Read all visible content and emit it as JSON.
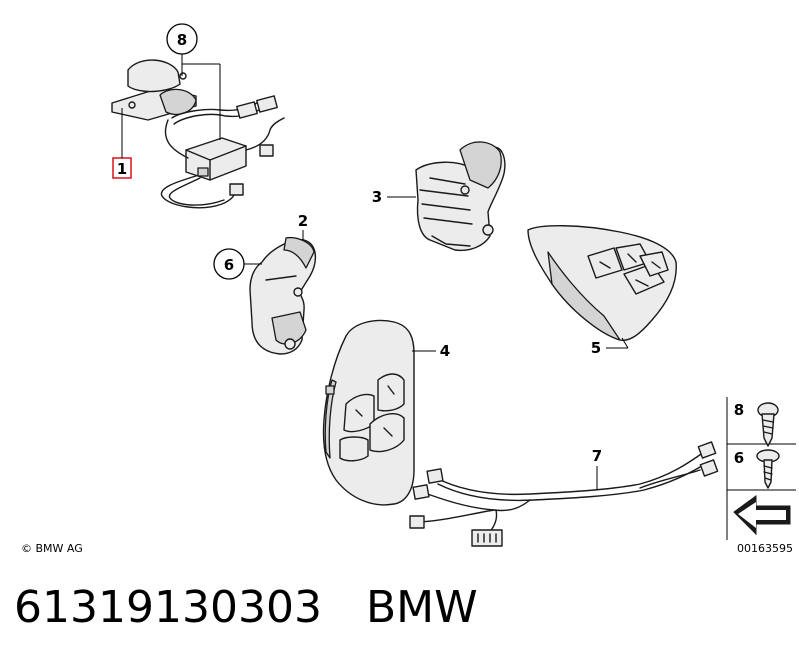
{
  "callouts": {
    "part_1": "1",
    "part_2": "2",
    "part_3": "3",
    "part_4": "4",
    "part_5": "5",
    "part_6": "6",
    "part_7": "7",
    "part_8": "8"
  },
  "legend": {
    "screw_8_label": "8",
    "screw_6_label": "6"
  },
  "highlight_color": "#e0202a",
  "copyright_text": "© BMW AG",
  "diagram_code": "00163595",
  "caption": {
    "part_number": "61319130303",
    "brand": "BMW"
  }
}
